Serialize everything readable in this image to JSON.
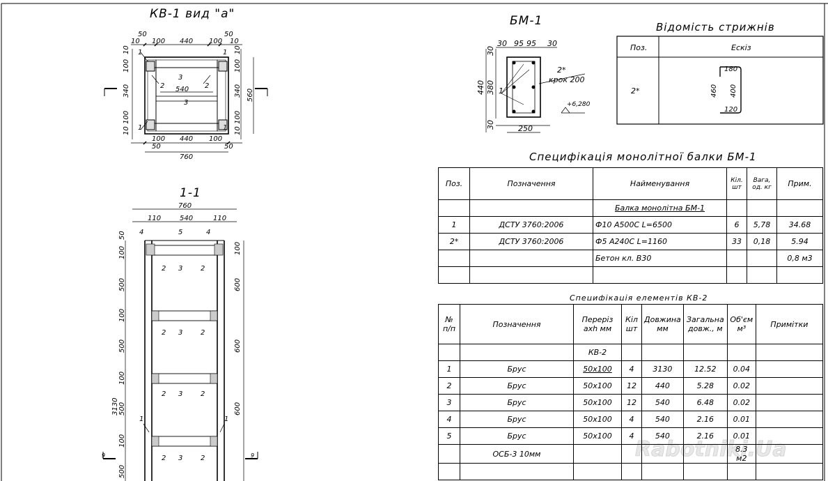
{
  "kv1": {
    "title": "КВ-1 вид \"а\"",
    "dims_top": [
      "50",
      "10",
      "100",
      "440",
      "100",
      "10",
      "50"
    ],
    "dims_bottom": [
      "100",
      "440",
      "100",
      "50",
      "50",
      "760"
    ],
    "dims_left": [
      "10",
      "100",
      "340",
      "100",
      "10"
    ],
    "dims_right": [
      "10",
      "100",
      "340",
      "100",
      "10",
      "560"
    ],
    "inner_dim": "540",
    "labels": [
      "1",
      "2",
      "3",
      "2",
      "3",
      "1",
      "1",
      "1"
    ]
  },
  "section11": {
    "title": "1-1",
    "dims_top": [
      "760",
      "110",
      "540",
      "110"
    ],
    "labels_top": [
      "4",
      "5",
      "4"
    ],
    "dims_left": [
      "50",
      "100",
      "500",
      "100",
      "500",
      "100",
      "500",
      "100",
      "500"
    ],
    "dims_left_total": "3130",
    "dims_right": [
      "100",
      "600",
      "600",
      "600"
    ],
    "row_labels": [
      "2",
      "3",
      "2"
    ],
    "bar_labels": [
      "1",
      "1"
    ],
    "cut_mark": "9"
  },
  "bm1": {
    "title": "БМ-1",
    "dims_top": [
      "30",
      "95",
      "95",
      "30"
    ],
    "dims_left": [
      "30",
      "440",
      "380",
      "30"
    ],
    "dim_bottom": "250",
    "callout_pos": "2*",
    "callout_step": "крок 200",
    "level": "+6,280",
    "label1": "1"
  },
  "rebar": {
    "title": "Відомість стрижнів",
    "col_pos": "Поз.",
    "col_sketch": "Ескіз",
    "pos": "2*",
    "sketch_dims": [
      "180",
      "460",
      "400",
      "120"
    ]
  },
  "spec1": {
    "title": "Специфікація монолітної балки БМ-1",
    "headers": [
      "Поз.",
      "Позначення",
      "Найменування",
      "Кіл. шт",
      "Вага, од. кг",
      "Прим."
    ],
    "group": "Балка монолітна БМ-1",
    "rows": [
      [
        "1",
        "ДСТУ 3760:2006",
        "Ф10 А500С  L=6500",
        "6",
        "5,78",
        "34.68"
      ],
      [
        "2*",
        "ДСТУ 3760:2006",
        "Ф5 А240С  L=1160",
        "33",
        "0,18",
        "5.94"
      ],
      [
        "",
        "",
        "Бетон кл. В30",
        "",
        "",
        "0,8 м3"
      ],
      [
        "",
        "",
        "",
        "",
        "",
        ""
      ]
    ]
  },
  "spec2": {
    "title": "Специфікація елементів  КВ-2",
    "headers": [
      "№ п/п",
      "Позначення",
      "Переріз axh мм",
      "Кіл шт",
      "Довжина мм",
      "Загальна довж., м",
      "Об'єм м³",
      "Примітки"
    ],
    "group": "КВ-2",
    "rows": [
      [
        "1",
        "Брус",
        "50х100",
        "4",
        "3130",
        "12.52",
        "0.04",
        ""
      ],
      [
        "2",
        "Брус",
        "50х100",
        "12",
        "440",
        "5.28",
        "0.02",
        ""
      ],
      [
        "3",
        "Брус",
        "50х100",
        "12",
        "540",
        "6.48",
        "0.02",
        ""
      ],
      [
        "4",
        "Брус",
        "50х100",
        "4",
        "540",
        "2.16",
        "0.01",
        ""
      ],
      [
        "5",
        "Брус",
        "50х100",
        "4",
        "540",
        "2.16",
        "0.01",
        ""
      ],
      [
        "",
        "ОСБ-3 10мм",
        "",
        "",
        "",
        "",
        "8.3 м2",
        ""
      ],
      [
        "",
        "",
        "",
        "",
        "",
        "",
        "",
        ""
      ]
    ]
  },
  "watermark": "Rabotniki.Ua"
}
